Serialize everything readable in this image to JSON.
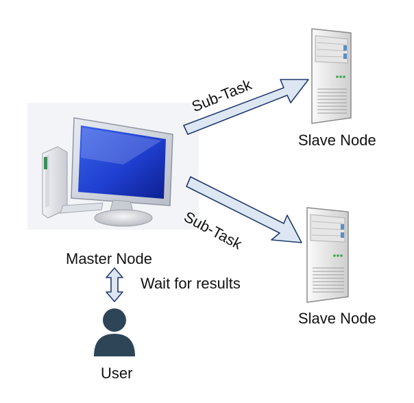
{
  "nodes": {
    "master": {
      "label": "Master Node"
    },
    "slave_top": {
      "label": "Slave Node"
    },
    "slave_bottom": {
      "label": "Slave Node"
    },
    "user": {
      "label": "User"
    }
  },
  "edges": {
    "top": {
      "label": "Sub-Task"
    },
    "bottom": {
      "label": "Sub-Task"
    },
    "wait": {
      "label": "Wait for results"
    }
  },
  "colors": {
    "arrow_fill": "#dde6f3",
    "arrow_stroke": "#1f3a6d",
    "server_body": "#eeeeee",
    "server_accent": "#5b8ec8",
    "user_fill": "#2e4558"
  }
}
